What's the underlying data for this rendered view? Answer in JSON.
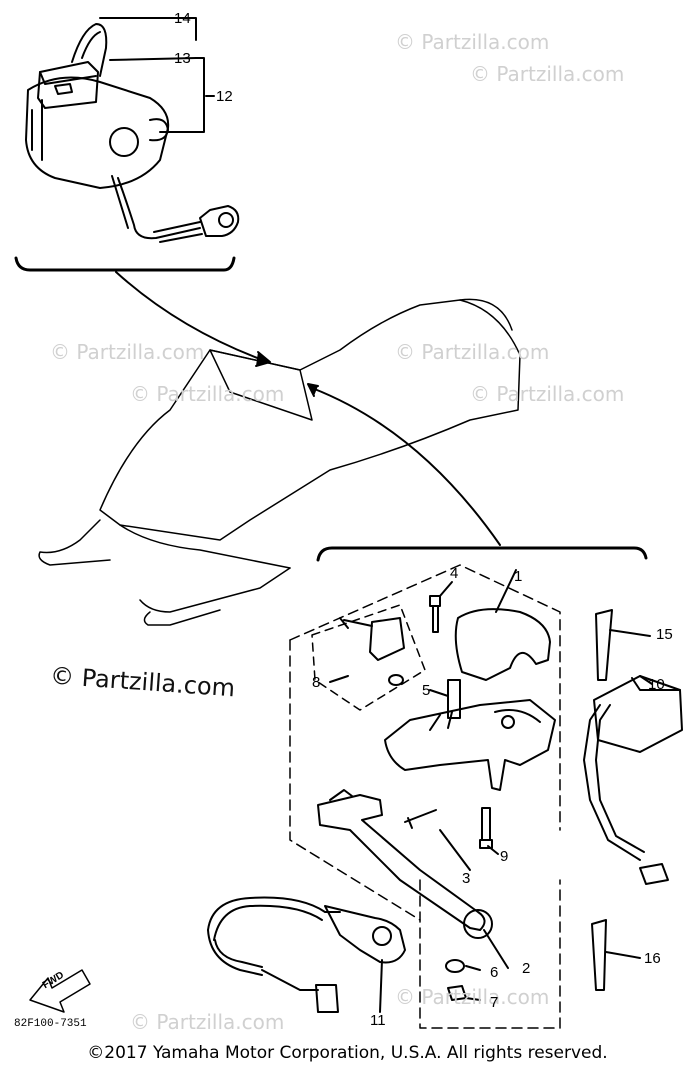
{
  "watermarks": [
    "© Partzilla.com",
    "© Partzilla.com",
    "© Partzilla.com",
    "© Partzilla.com",
    "© Partzilla.com",
    "© Partzilla.com",
    "© Partzilla.com",
    "© Partzilla.com"
  ],
  "main_watermark": "© Partzilla.com",
  "callouts": [
    "1",
    "2",
    "3",
    "4",
    "5",
    "6",
    "7",
    "8",
    "9",
    "10",
    "11",
    "12",
    "13",
    "14",
    "15",
    "16"
  ],
  "fwd_label": "FWD",
  "part_code": "82F100-7351",
  "copyright": "©2017  Yamaha Motor Corporation, U.S.A. All rights reserved."
}
